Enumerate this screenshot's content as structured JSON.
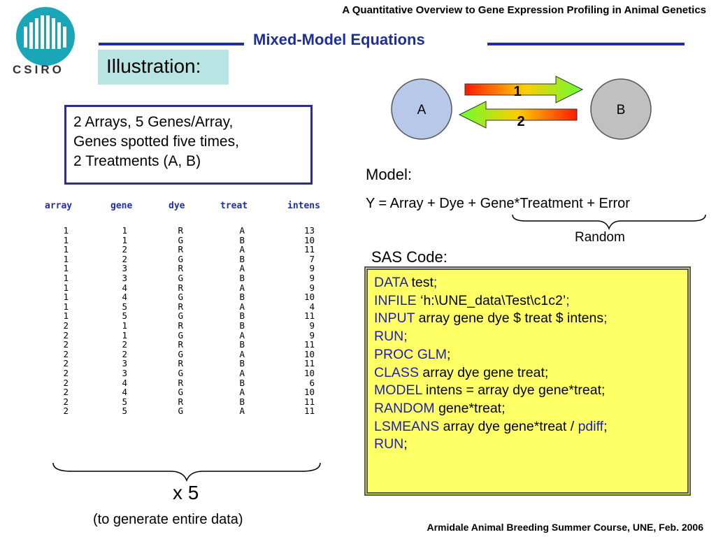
{
  "header": {
    "course_title": "A Quantitative Overview to Gene Expression Profiling in Animal Genetics"
  },
  "slide": {
    "title": "Mixed-Model Equations"
  },
  "logo": {
    "text": "CSIRO",
    "icon": "csiro-logo-icon"
  },
  "illustration": {
    "label": "Illustration:"
  },
  "design": {
    "lines": [
      "2 Arrays, 5 Genes/Array,",
      "Genes spotted five times,",
      "2 Treatments (A, B)"
    ]
  },
  "table": {
    "columns": [
      "array",
      "gene",
      "dye",
      "treat",
      "intens"
    ],
    "rows": [
      [
        "1",
        "1",
        "R",
        "A",
        "13"
      ],
      [
        "1",
        "1",
        "G",
        "B",
        "10"
      ],
      [
        "1",
        "2",
        "R",
        "A",
        "11"
      ],
      [
        "1",
        "2",
        "G",
        "B",
        "7"
      ],
      [
        "1",
        "3",
        "R",
        "A",
        "9"
      ],
      [
        "1",
        "3",
        "G",
        "B",
        "9"
      ],
      [
        "1",
        "4",
        "R",
        "A",
        "9"
      ],
      [
        "1",
        "4",
        "G",
        "B",
        "10"
      ],
      [
        "1",
        "5",
        "R",
        "A",
        "4"
      ],
      [
        "1",
        "5",
        "G",
        "B",
        "11"
      ],
      [
        "2",
        "1",
        "R",
        "B",
        "9"
      ],
      [
        "2",
        "1",
        "G",
        "A",
        "9"
      ],
      [
        "2",
        "2",
        "R",
        "B",
        "11"
      ],
      [
        "2",
        "2",
        "G",
        "A",
        "10"
      ],
      [
        "2",
        "3",
        "R",
        "B",
        "11"
      ],
      [
        "2",
        "3",
        "G",
        "A",
        "10"
      ],
      [
        "2",
        "4",
        "R",
        "B",
        "6"
      ],
      [
        "2",
        "4",
        "G",
        "A",
        "10"
      ],
      [
        "2",
        "5",
        "R",
        "B",
        "11"
      ],
      [
        "2",
        "5",
        "G",
        "A",
        "11"
      ]
    ]
  },
  "multiplier": {
    "label": "x 5",
    "note": "(to generate entire data)"
  },
  "diagram": {
    "node_a": "A",
    "node_b": "B",
    "arrow_1": "1",
    "arrow_2": "2"
  },
  "model": {
    "label": "Model:",
    "equation": "Y = Array + Dye + Gene*Treatment + Error",
    "random_label": "Random"
  },
  "sas": {
    "label": "SAS Code:",
    "lines": [
      {
        "keyword": "DATA",
        "rest": " test",
        "tail": ";"
      },
      {
        "keyword": "INFILE",
        "rest": " ‘h:\\UNE_data\\Test\\c1c2’",
        "tail": ";"
      },
      {
        "keyword": "INPUT",
        "rest": " array gene dye $ treat $ intens",
        "tail": ";"
      },
      {
        "keyword": "RUN",
        "rest": "",
        "tail": ";"
      },
      {
        "keyword": "PROC GLM",
        "rest": "",
        "tail": ";"
      },
      {
        "keyword": "CLASS",
        "rest": " array dye gene treat;",
        "tail": ""
      },
      {
        "keyword": "MODEL",
        "rest": " intens = array dye gene*treat;",
        "tail": ""
      },
      {
        "keyword": "RANDOM",
        "rest": " gene*treat;",
        "tail": ""
      },
      {
        "keyword": "LSMEANS",
        "rest": " array dye gene*treat / ",
        "kw2": "pdiff",
        "tail": ";"
      },
      {
        "keyword": "RUN",
        "rest": "",
        "tail": ";"
      }
    ]
  },
  "footer": {
    "text": "Armidale Animal Breeding Summer Course, UNE, Feb. 2006"
  },
  "colors": {
    "title_blue": "#1f2f9a",
    "keyword_blue": "#2020b0",
    "code_bg": "#ffff66",
    "illustration_bg": "#b8e4e4"
  }
}
